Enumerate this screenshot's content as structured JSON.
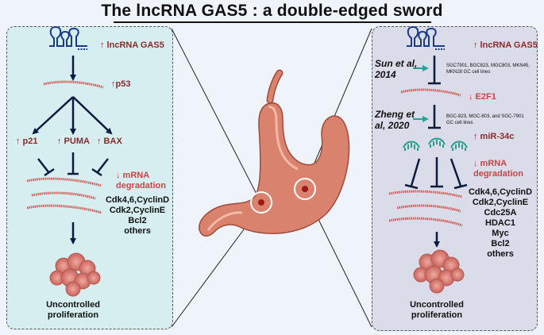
{
  "title": "The lncRNA GAS5 : a double-edged sword",
  "left": {
    "gas5": "↑ lncRNA GAS5",
    "p53": "↑p53",
    "p21": "↑ p21",
    "puma": "↑ PUMA",
    "bax": "↑ BAX",
    "mrna_line1": "↓ mRNA",
    "mrna_line2": "degradation",
    "genes": [
      "Cdk4,6,CyclinD",
      "Cdk2,CyclinE",
      "Bcl2",
      "others"
    ],
    "outcome_line1": "Uncontrolled",
    "outcome_line2": "proliferation"
  },
  "right": {
    "gas5": "↑ lncRNA GAS5",
    "cite1_line1": "Sun et al,",
    "cite1_line2": "2014",
    "cells1_line1": "SGC7901, BGC823, MGC803, MKN45,",
    "cells1_line2": "MKN28 GC cell lines",
    "e2f1": "↓ E2F1",
    "cite2_line1": "Zheng et",
    "cite2_line2": "al, 2020",
    "cells2_line1": "BGC-823, MGC-803, and SGC-7901",
    "cells2_line2": "GC cell lines",
    "mir34c": "↑ miR-34c",
    "mrna_line1": "↓ mRNA",
    "mrna_line2": "degradation",
    "genes": [
      "Cdk4,6,CyclinD",
      "Cdk2,CyclinE",
      "Cdc25A",
      "HDAC1",
      "Myc",
      "Bcl2",
      "others"
    ],
    "outcome_line1": "Uncontrolled",
    "outcome_line2": "proliferation"
  },
  "colors": {
    "left_panel": "#d7eef0",
    "right_panel": "#dadcea",
    "rna_red": "#d9534f",
    "label_dark_red": "#8a2b2b",
    "teal_arrow": "#2aa198",
    "stomach": "#d9826e"
  },
  "icons": [
    "lncrna-hairpin-icon",
    "mrna-strand-icon",
    "mirna-hairpin-icon",
    "tumor-cell-cluster-icon",
    "stomach-icon"
  ]
}
